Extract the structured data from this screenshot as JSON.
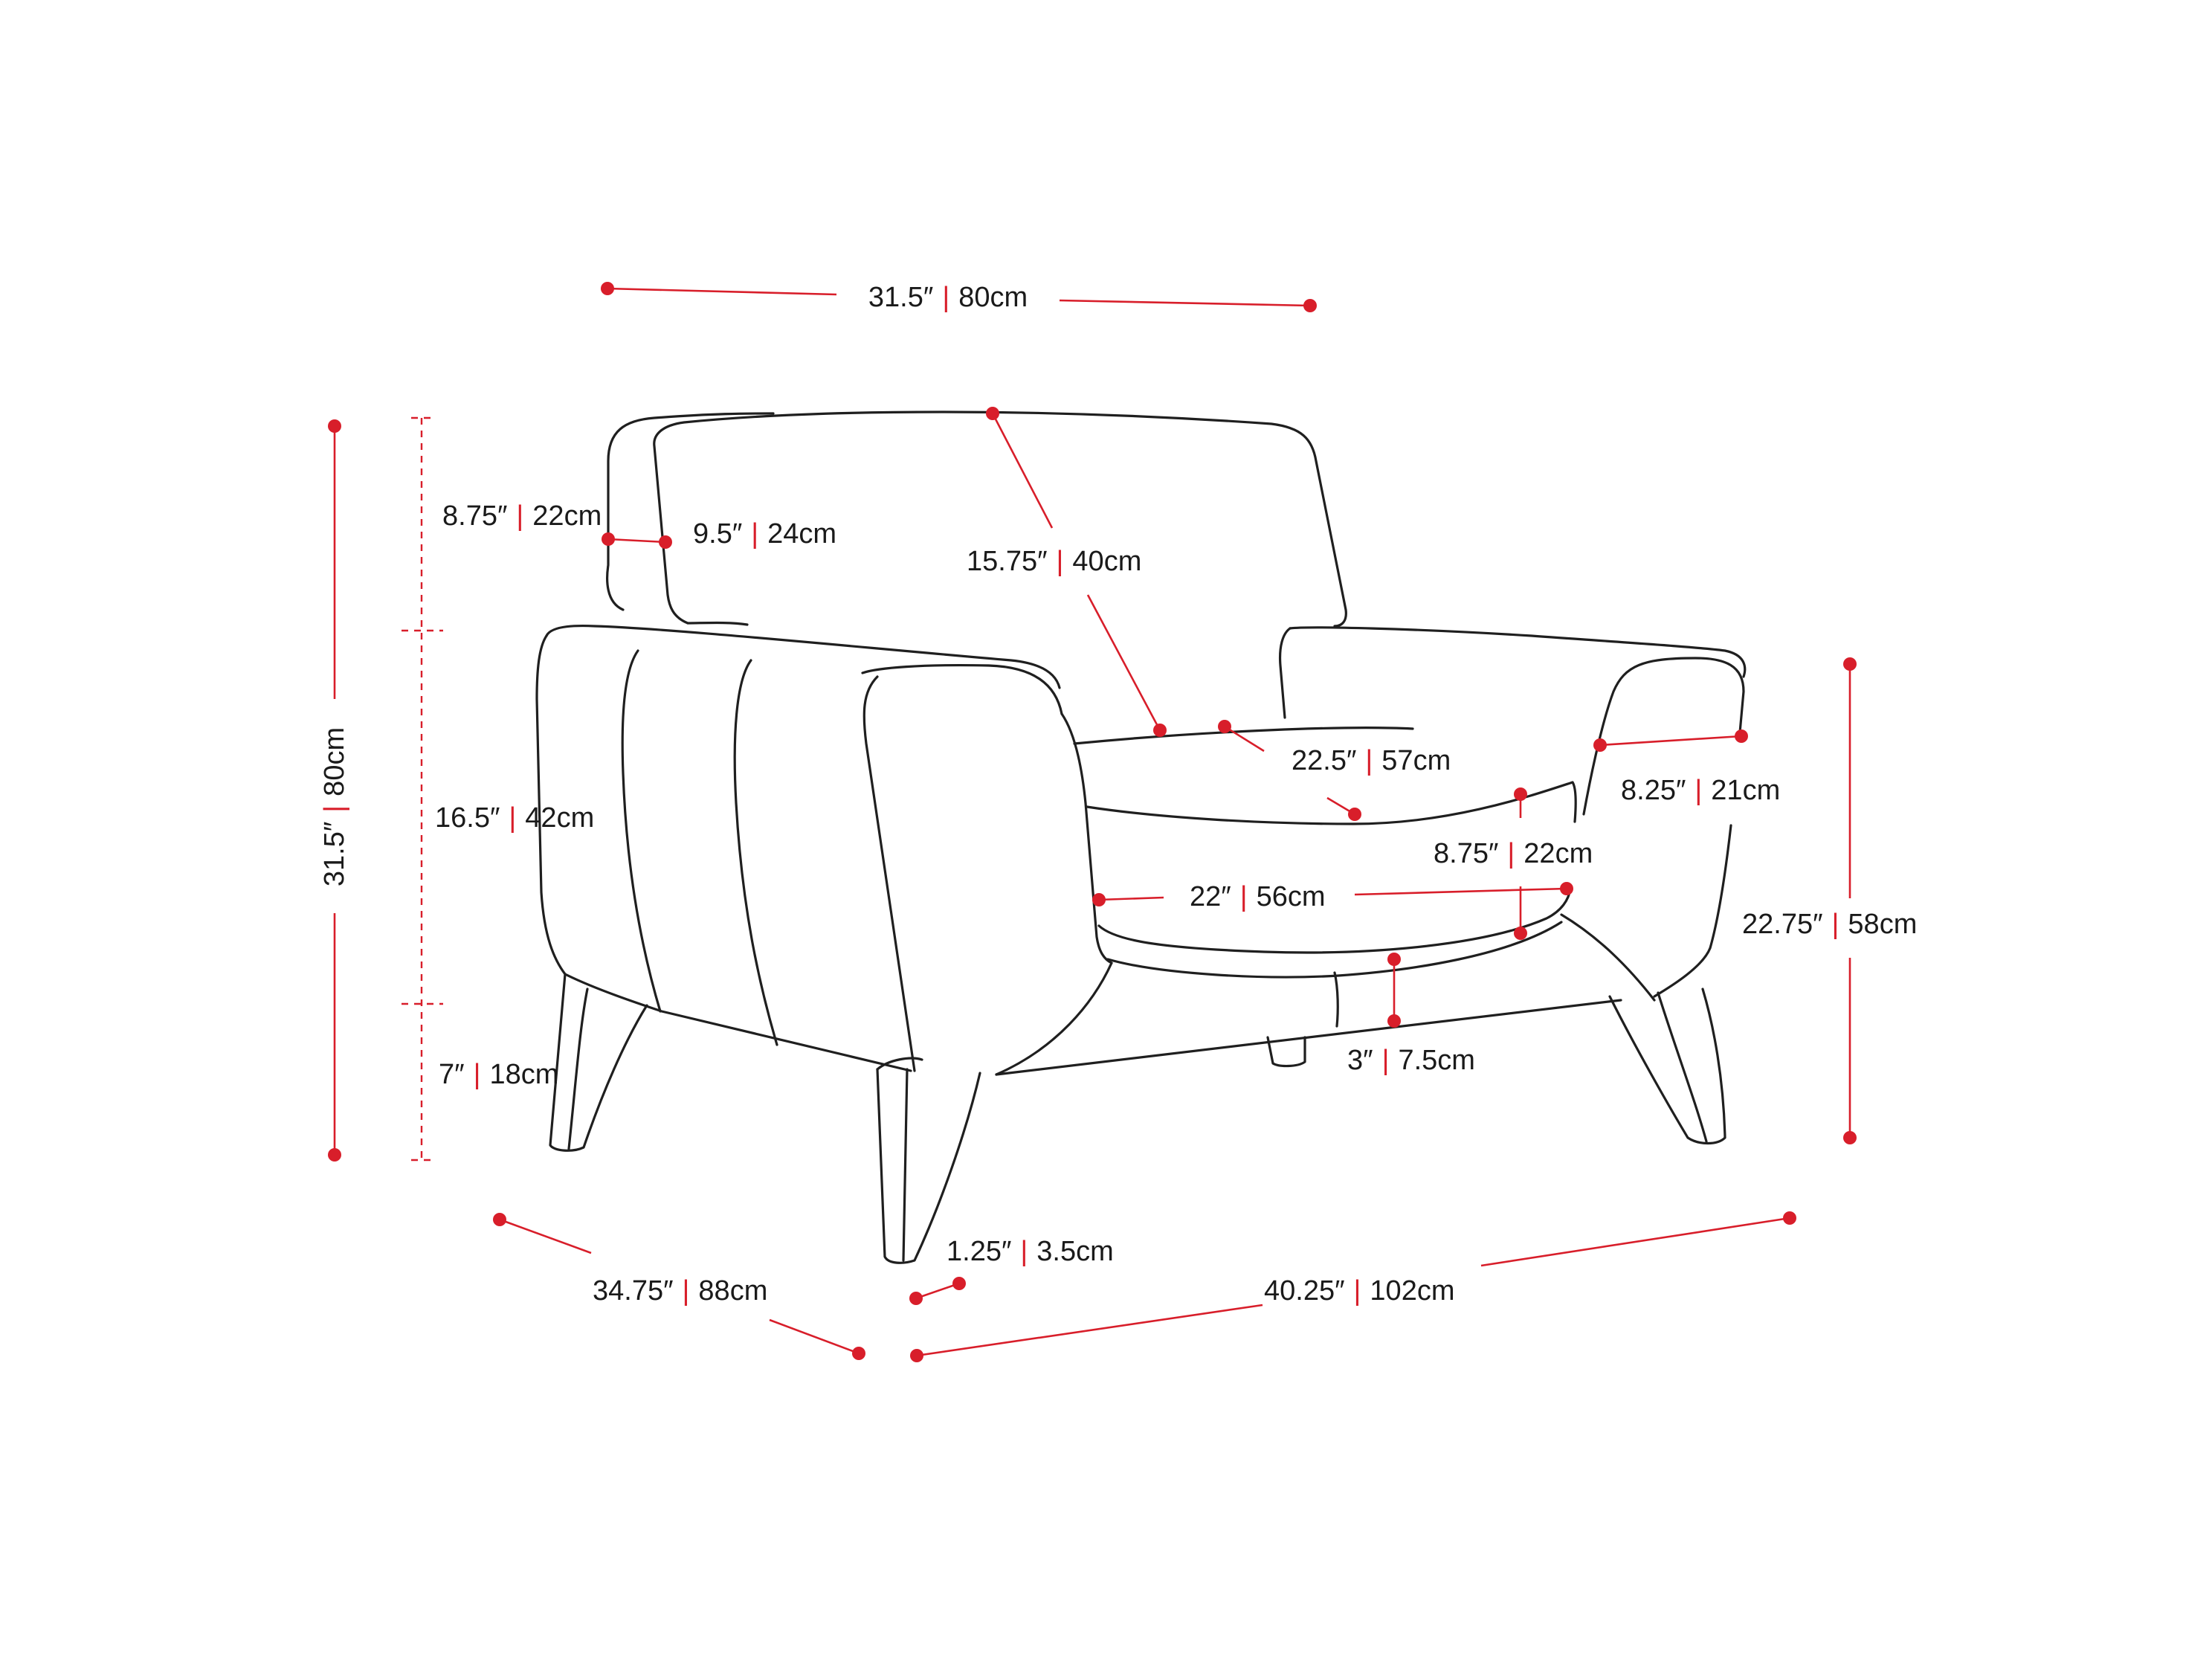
{
  "colors": {
    "dimension_line": "#d81e2a",
    "outline": "#1f1f1f",
    "background": "#ffffff"
  },
  "dimensions": {
    "overall_width_top": {
      "inch": "31.5″",
      "cm": "80cm"
    },
    "back_upper_height": {
      "inch": "8.75″",
      "cm": "22cm"
    },
    "back_thickness": {
      "inch": "9.5″",
      "cm": "24cm"
    },
    "back_height": {
      "inch": "15.75″",
      "cm": "40cm"
    },
    "overall_height": {
      "inch": "31.5″",
      "cm": "80cm"
    },
    "arm_section_height": {
      "inch": "16.5″",
      "cm": "42cm"
    },
    "leg_height": {
      "inch": "7″",
      "cm": "18cm"
    },
    "seat_depth": {
      "inch": "22.5″",
      "cm": "57cm"
    },
    "arm_width": {
      "inch": "8.25″",
      "cm": "21cm"
    },
    "cushion_height": {
      "inch": "8.75″",
      "cm": "22cm"
    },
    "seat_width": {
      "inch": "22″",
      "cm": "56cm"
    },
    "arm_height": {
      "inch": "22.75″",
      "cm": "58cm"
    },
    "ground_clearance": {
      "inch": "3″",
      "cm": "7.5cm"
    },
    "leg_width": {
      "inch": "1.25″",
      "cm": "3.5cm"
    },
    "overall_depth": {
      "inch": "34.75″",
      "cm": "88cm"
    },
    "overall_width": {
      "inch": "40.25″",
      "cm": "102cm"
    }
  },
  "separator": "|"
}
